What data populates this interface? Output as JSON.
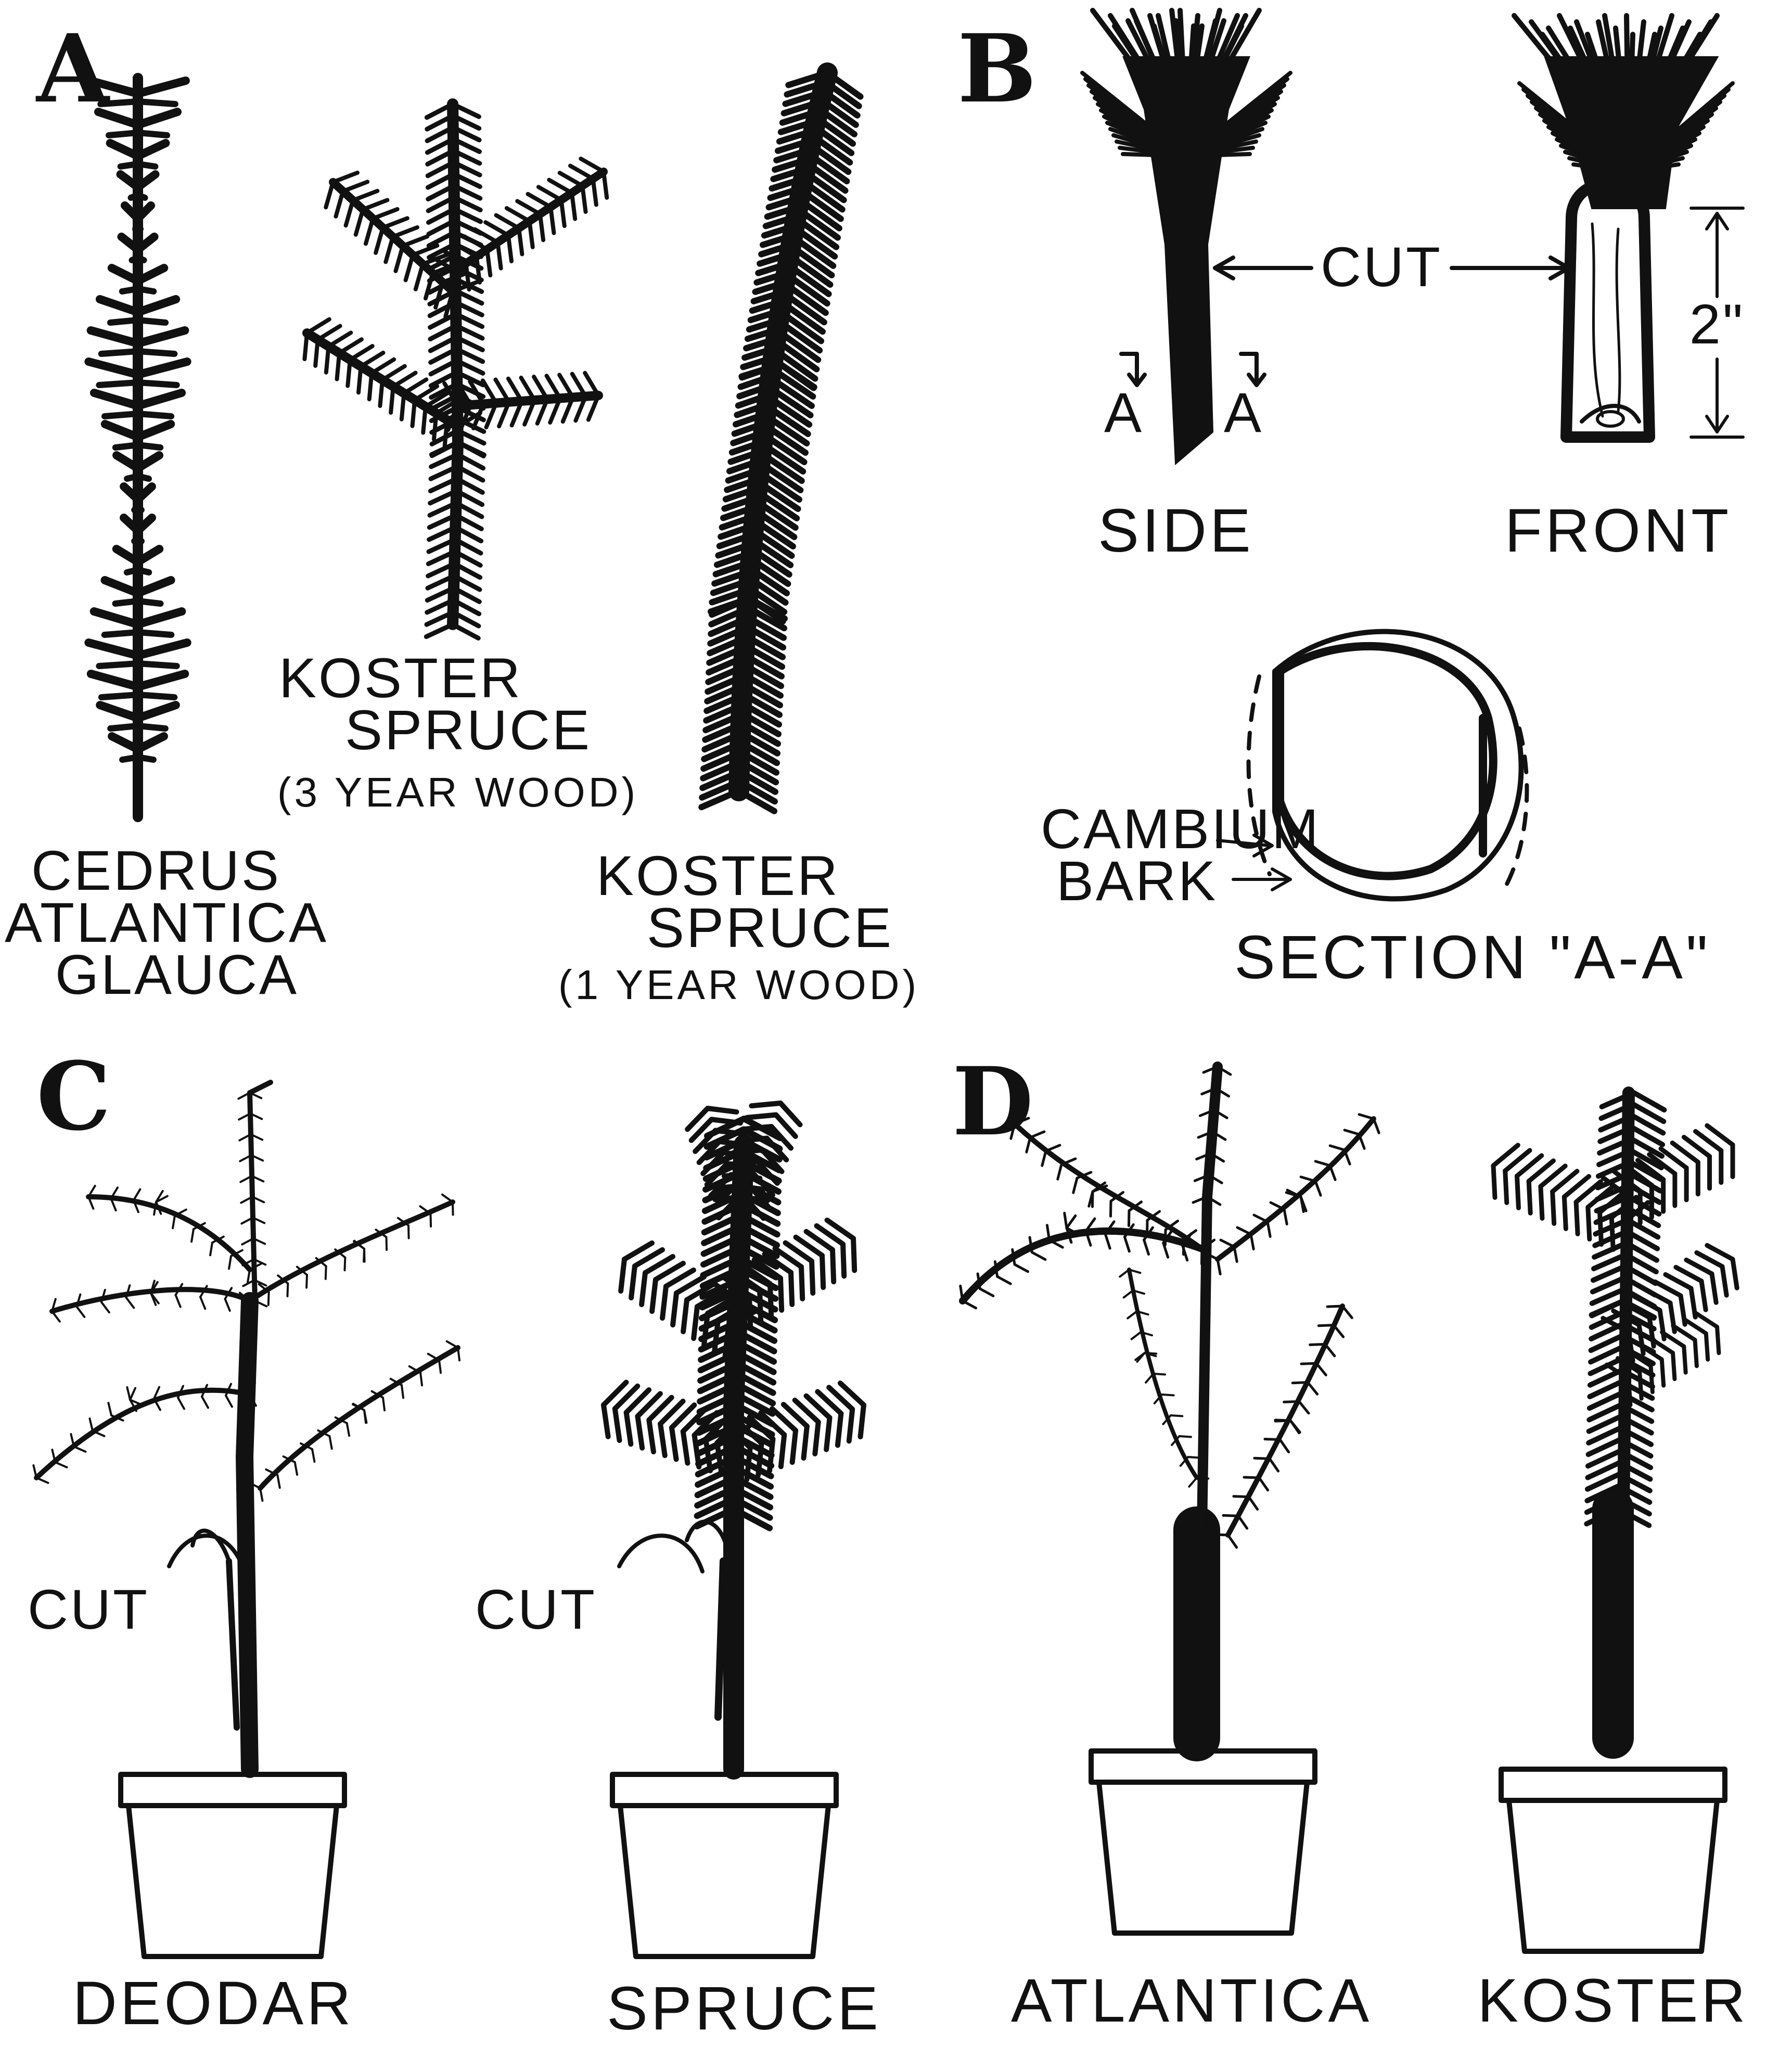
{
  "panels": {
    "a": {
      "letter": "A",
      "cedrus_label": [
        "CEDRUS",
        "ATLANTICA",
        "GLAUCA"
      ],
      "koster3_label": [
        "KOSTER",
        "SPRUCE",
        "(3 YEAR WOOD)"
      ],
      "koster1_label": [
        "KOSTER",
        "SPRUCE",
        "(1 YEAR WOOD)"
      ]
    },
    "b": {
      "letter": "B",
      "side_label": "SIDE",
      "front_label": "FRONT",
      "cut_label": "CUT",
      "dimension_label": "2\"",
      "section_marker_left": "A",
      "section_marker_right": "A",
      "cambium_label": "CAMBIUM",
      "bark_label": "BARK",
      "section_label": "SECTION \"A-A\""
    },
    "c": {
      "letter": "C",
      "cut_label_1": "CUT",
      "cut_label_2": "CUT",
      "deodar_label": "DEODAR",
      "spruce_label": "SPRUCE"
    },
    "d": {
      "letter": "D",
      "atlantica_label": "ATLANTICA",
      "koster_label": "KOSTER"
    }
  },
  "colors": {
    "ink": "#111111",
    "paper": "#ffffff"
  }
}
